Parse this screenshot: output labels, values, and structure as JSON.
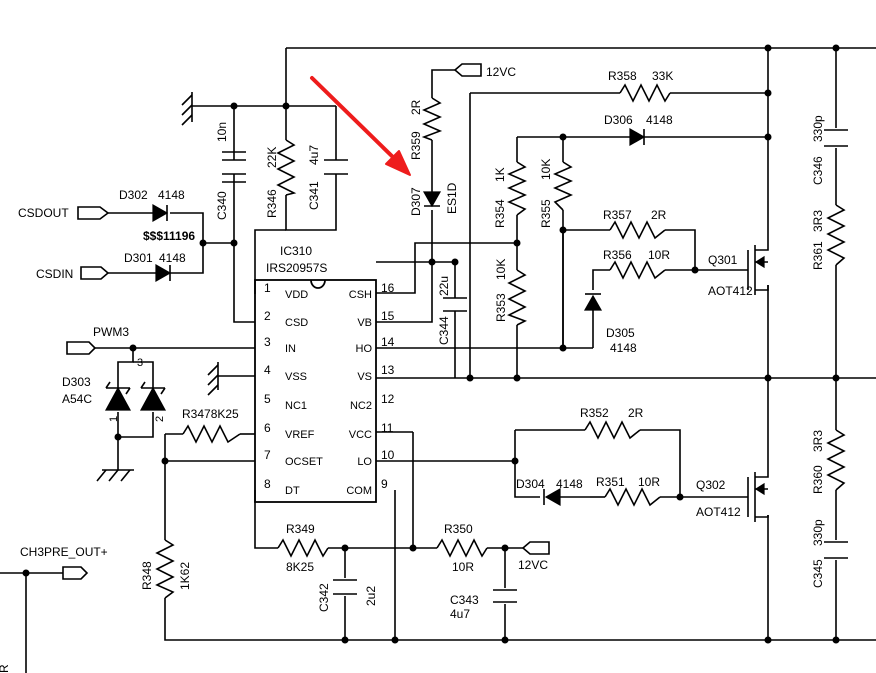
{
  "ic": {
    "ref": "IC310",
    "part": "IRS20957S",
    "left_pins": [
      {
        "num": "1",
        "name": "VDD"
      },
      {
        "num": "2",
        "name": "CSD"
      },
      {
        "num": "3",
        "name": "IN"
      },
      {
        "num": "4",
        "name": "VSS"
      },
      {
        "num": "5",
        "name": "NC1"
      },
      {
        "num": "6",
        "name": "VREF"
      },
      {
        "num": "7",
        "name": "OCSET"
      },
      {
        "num": "8",
        "name": "DT"
      }
    ],
    "right_pins": [
      {
        "num": "16",
        "name": "CSH"
      },
      {
        "num": "15",
        "name": "VB"
      },
      {
        "num": "14",
        "name": "HO"
      },
      {
        "num": "13",
        "name": "VS"
      },
      {
        "num": "12",
        "name": "NC2"
      },
      {
        "num": "11",
        "name": "VCC"
      },
      {
        "num": "10",
        "name": "LO"
      },
      {
        "num": "9",
        "name": "COM"
      }
    ]
  },
  "ports": {
    "csdout": "CSDOUT",
    "csdin": "CSDIN",
    "pwm3": "PWM3",
    "ch3pre": "CH3PRE_OUT+",
    "vc_top": "12VC",
    "vc_bottom": "12VC"
  },
  "parts": {
    "c340": {
      "ref": "C340",
      "val": "10n"
    },
    "r346": {
      "ref": "R346",
      "val": "22K"
    },
    "c341": {
      "ref": "C341",
      "val": "4u7"
    },
    "d302": {
      "ref": "D302",
      "val": "4148"
    },
    "d301": {
      "ref": "D301",
      "val": "4148"
    },
    "net_label": "$$$11196",
    "d303": {
      "ref": "D303",
      "val": "A54C",
      "pin3": "3",
      "pin1": "1",
      "pin2": "2"
    },
    "r347": {
      "ref": "R3478K25"
    },
    "r348": {
      "ref": "R348",
      "val": "1K62"
    },
    "r349": {
      "ref": "R349",
      "val": "8K25"
    },
    "c342": {
      "ref": "C342",
      "val": "2u2"
    },
    "r350": {
      "ref": "R350",
      "val": "10R"
    },
    "c343": {
      "ref": "C343",
      "val": "4u7"
    },
    "r359": {
      "ref": "R359",
      "val": "2R"
    },
    "d307": {
      "ref": "D307",
      "val": "ES1D"
    },
    "c344": {
      "ref": "C344",
      "val": "22u"
    },
    "r353": {
      "ref": "R353",
      "val": "10K"
    },
    "r354": {
      "ref": "R354",
      "val": "1K"
    },
    "r355": {
      "ref": "R355",
      "val": "10K"
    },
    "r358": {
      "ref": "R358",
      "val": "33K"
    },
    "d306": {
      "ref": "D306",
      "val": "4148"
    },
    "r357": {
      "ref": "R357",
      "val": "2R"
    },
    "r356": {
      "ref": "R356",
      "val": "10R"
    },
    "d305": {
      "ref": "D305",
      "val": "4148"
    },
    "q301": {
      "ref": "Q301",
      "val": "AOT412"
    },
    "r352": {
      "ref": "R352",
      "val": "2R"
    },
    "d304": {
      "ref": "D304",
      "val": "4148"
    },
    "r351": {
      "ref": "R351",
      "val": "10R"
    },
    "q302": {
      "ref": "Q302",
      "val": "AOT412"
    },
    "c346": {
      "ref": "C346",
      "val": "330p"
    },
    "r361": {
      "ref": "R361",
      "val": "3R3"
    },
    "r360": {
      "ref": "R360",
      "val": "3R3"
    },
    "c345": {
      "ref": "C345",
      "val": "330p"
    },
    "edge_label": "R"
  },
  "colors": {
    "wire": "#000000",
    "arrow": "#ee1c1c",
    "background": "#ffffff"
  }
}
